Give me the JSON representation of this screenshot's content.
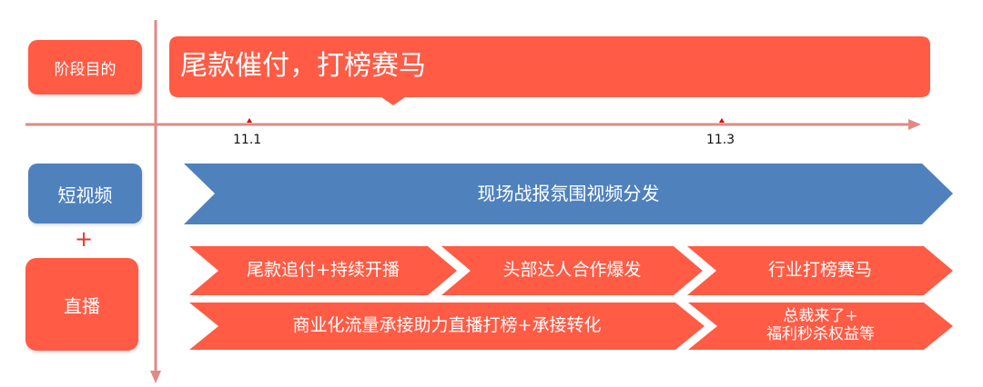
{
  "labels": {
    "stage_goal": "阶段目的",
    "short_video": "短视频",
    "plus": "+",
    "live": "直播"
  },
  "banner": {
    "text": "尾款催付，打榜赛马"
  },
  "timeline": {
    "ticks": [
      {
        "label": "11.1"
      },
      {
        "label": "11.3"
      }
    ]
  },
  "short_video_bar": {
    "text": "现场战报氛围视频分发"
  },
  "live_row1": [
    {
      "text": "尾款追付+持续开播"
    },
    {
      "text": "头部达人合作爆发"
    },
    {
      "text": "行业打榜赛马"
    }
  ],
  "live_row2": [
    {
      "text": "商业化流量承接助力直播打榜+承接转化"
    },
    {
      "line1": "总裁来了+",
      "line2": "福利秒杀权益等"
    }
  ],
  "colors": {
    "red": "#ff5b45",
    "blue": "#4f81bd",
    "axis": "#c0504d"
  }
}
